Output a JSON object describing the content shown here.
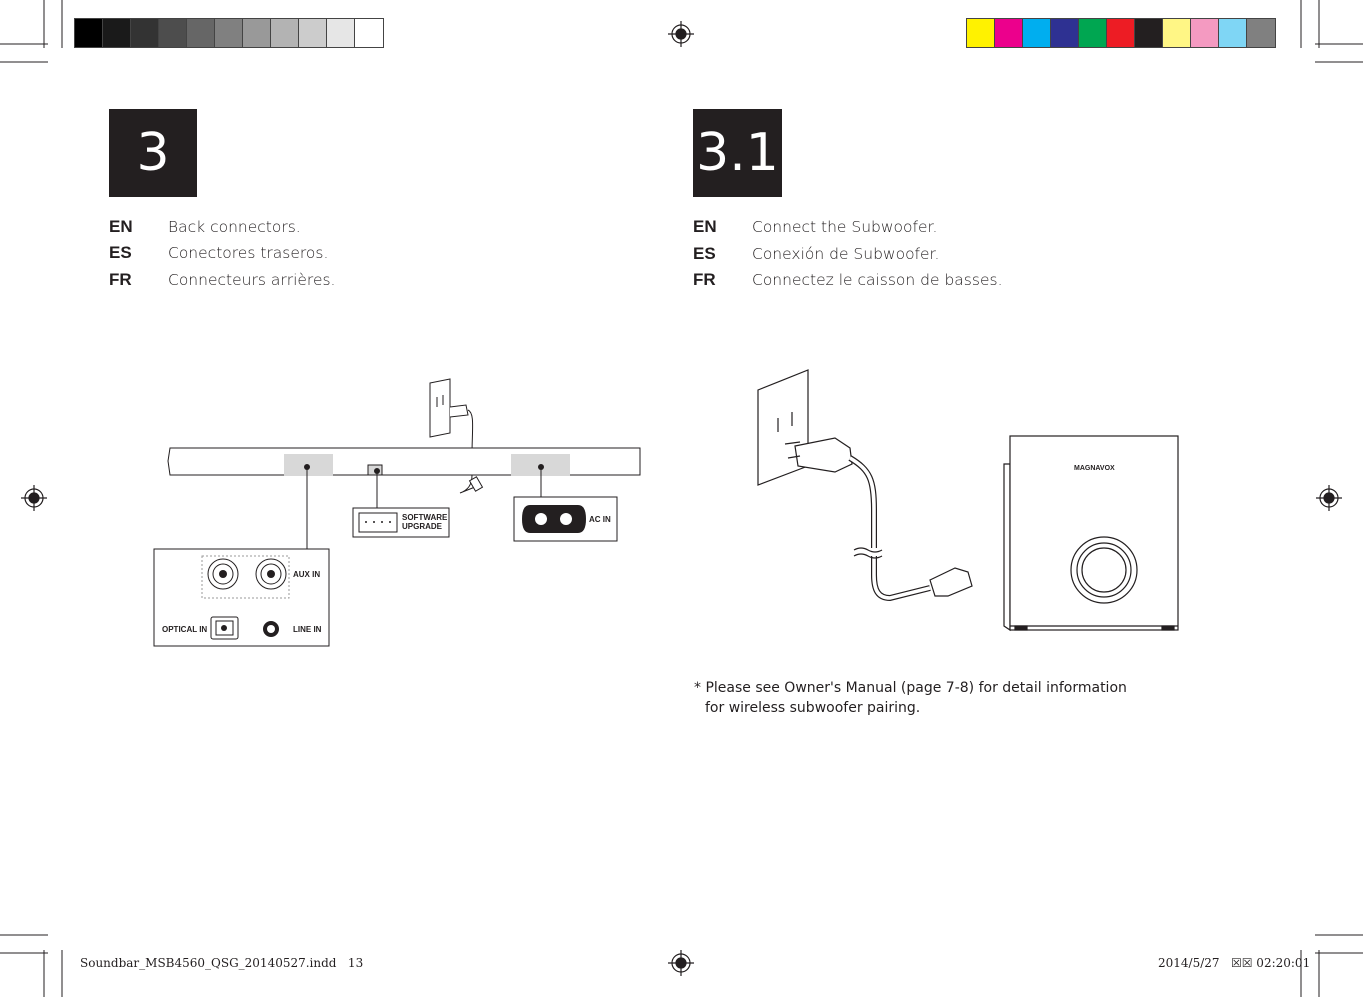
{
  "color_bar_gray": [
    "#000000",
    "#1a1a1a",
    "#333333",
    "#4d4d4d",
    "#666666",
    "#808080",
    "#999999",
    "#b3b3b3",
    "#cccccc",
    "#e6e6e6",
    "#ffffff"
  ],
  "color_bar_cmyk": [
    "#fff200",
    "#ec008c",
    "#00aeef",
    "#2e3192",
    "#00a651",
    "#ed1c24",
    "#231f20",
    "#fff685",
    "#f49ac1",
    "#7fd6f5",
    "#808080"
  ],
  "left": {
    "step": "3",
    "rows": [
      {
        "code": "EN",
        "text": "Back connectors."
      },
      {
        "code": "ES",
        "text": "Conectores traseros."
      },
      {
        "code": "FR",
        "text": "Connecteurs arrières."
      }
    ],
    "labels": {
      "software": "SOFTWARE",
      "upgrade": "UPGRADE",
      "ac_in": "AC IN",
      "aux_in": "AUX IN",
      "optical_in": "OPTICAL IN",
      "line_in": "LINE IN"
    }
  },
  "right": {
    "step": "3.1",
    "rows": [
      {
        "code": "EN",
        "text": "Connect the Subwoofer."
      },
      {
        "code": "ES",
        "text": "Conexión de Subwoofer."
      },
      {
        "code": "FR",
        "text": "Connectez le caisson de basses."
      }
    ],
    "brand": "MAGNAVOX",
    "footnote_line1": "* Please see Owner's Manual (page 7-8) for detail information",
    "footnote_line2": "for wireless subwoofer pairing."
  },
  "slug": {
    "file": "Soundbar_MSB4560_QSG_20140527.indd   13",
    "date": "2014/5/27   ☒☒ 02:20:01"
  },
  "icons": [
    "registration-mark-icon",
    "crop-mark-icon"
  ]
}
